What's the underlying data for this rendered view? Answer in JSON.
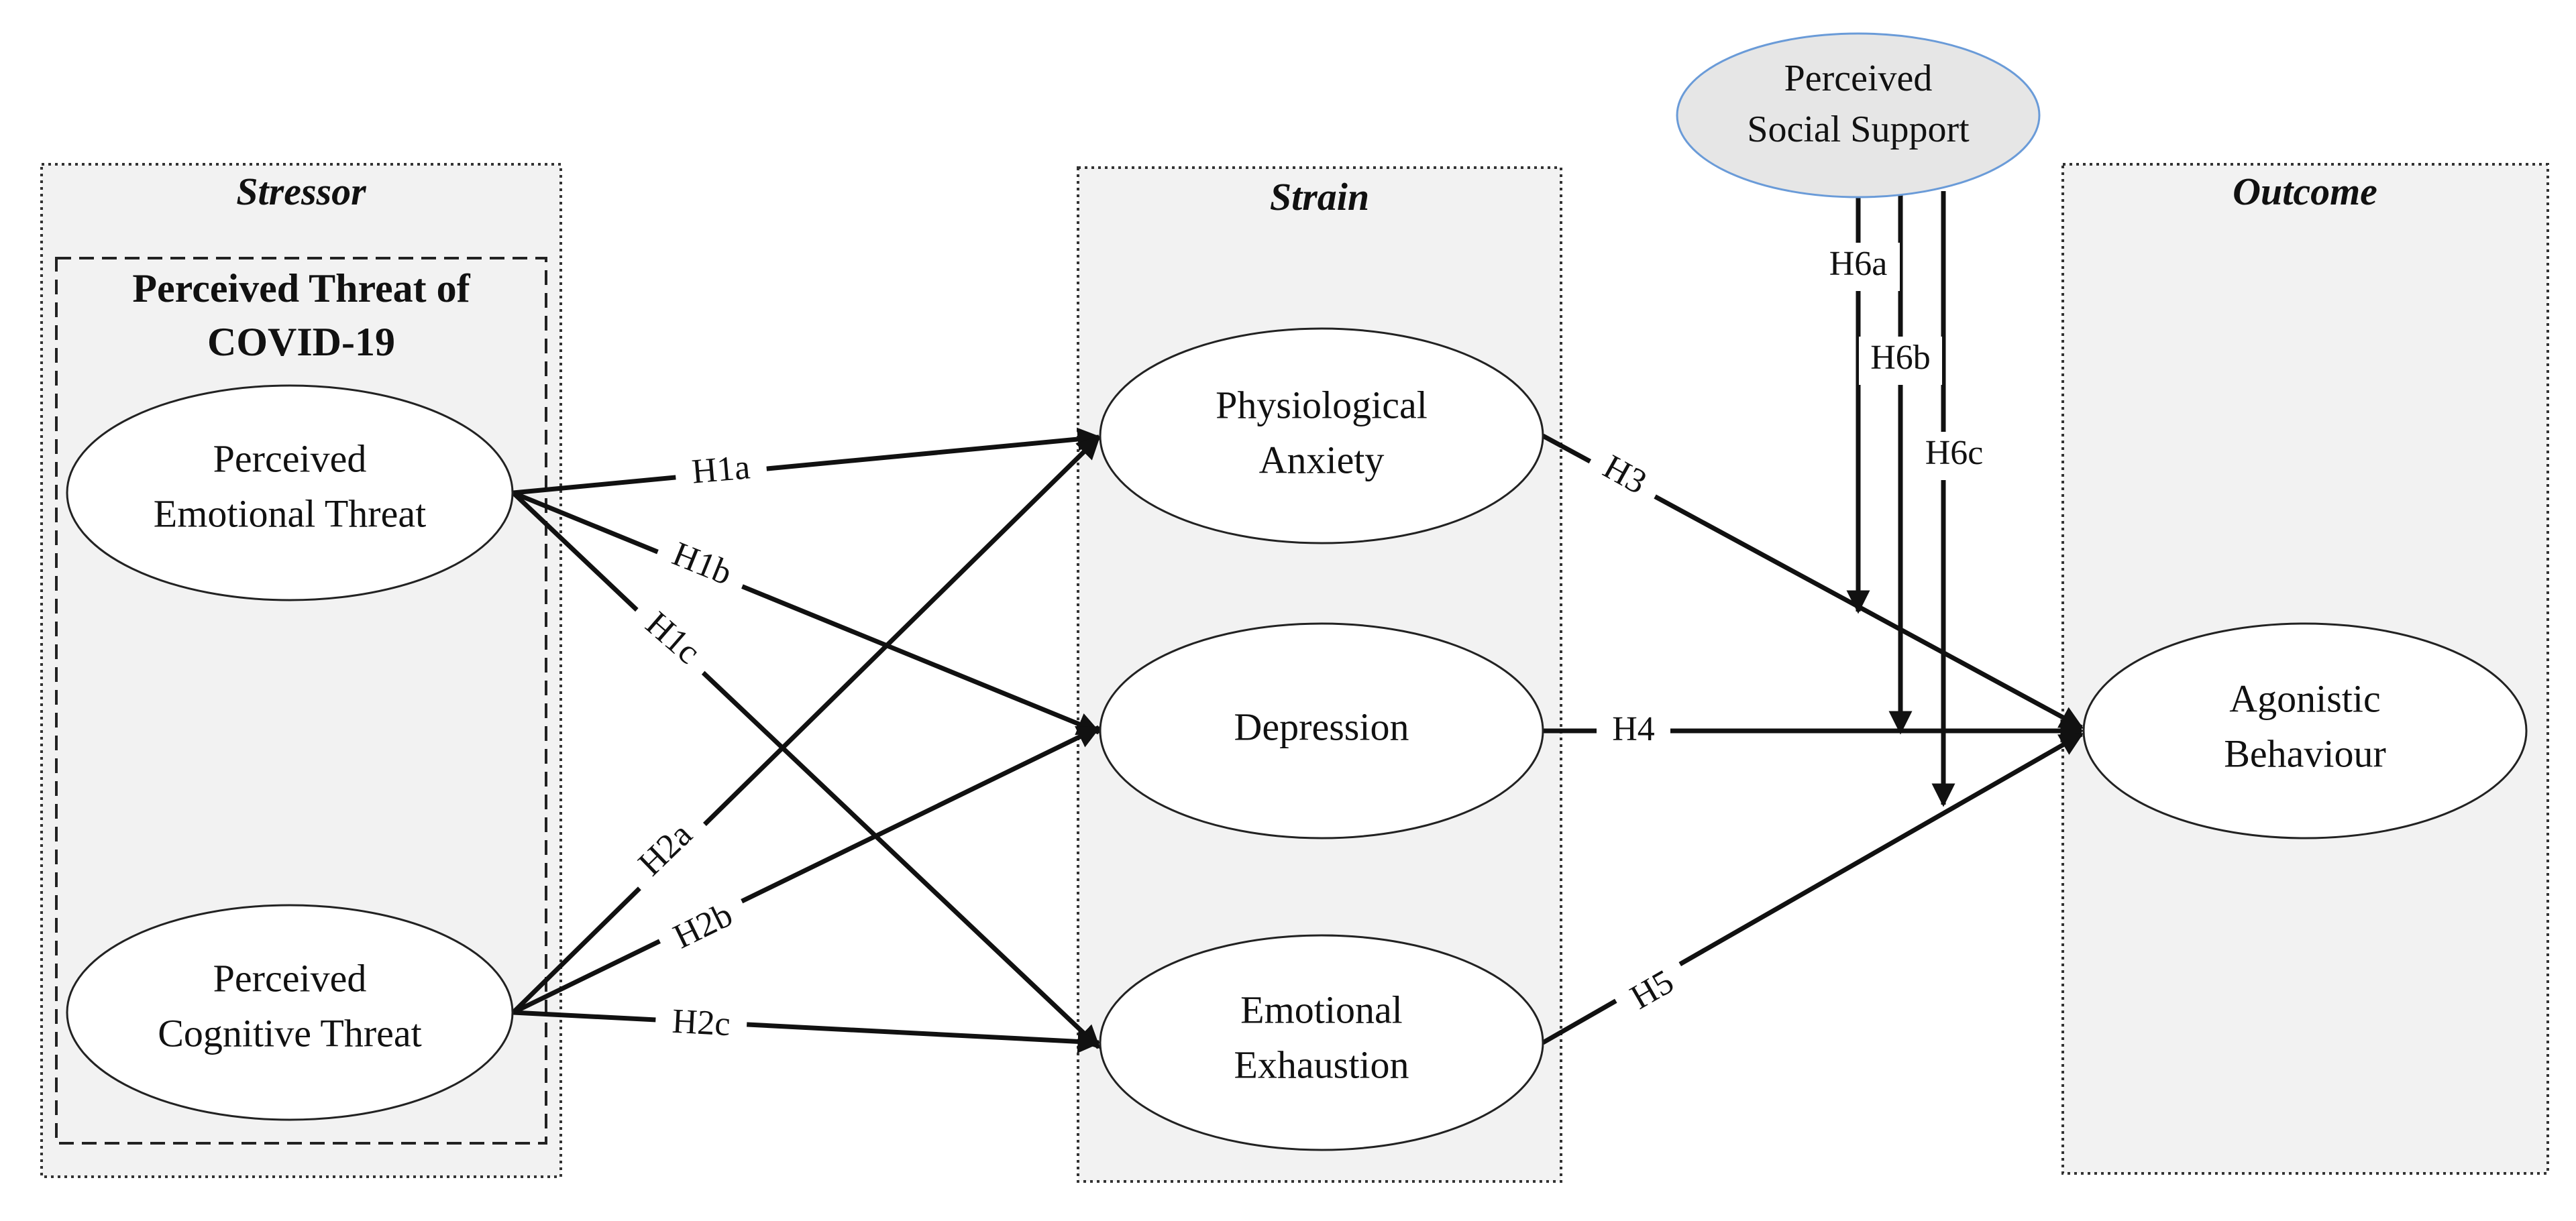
{
  "panels": {
    "stressor": "Stressor",
    "strain": "Strain",
    "outcome": "Outcome"
  },
  "group_title": {
    "line1": "Perceived Threat of",
    "line2": "COVID-19"
  },
  "nodes": {
    "emotional_threat": {
      "line1": "Perceived",
      "line2": "Emotional Threat"
    },
    "cognitive_threat": {
      "line1": "Perceived",
      "line2": "Cognitive Threat"
    },
    "physiological_anxiety": {
      "line1": "Physiological",
      "line2": "Anxiety"
    },
    "depression": {
      "line1": "Depression"
    },
    "emotional_exhaustion": {
      "line1": "Emotional",
      "line2": "Exhaustion"
    },
    "agonistic_behaviour": {
      "line1": "Agonistic",
      "line2": "Behaviour"
    },
    "social_support": {
      "line1": "Perceived",
      "line2": "Social Support"
    }
  },
  "edges": {
    "h1a": "H1a",
    "h1b": "H1b",
    "h1c": "H1c",
    "h2a": "H2a",
    "h2b": "H2b",
    "h2c": "H2c",
    "h3": "H3",
    "h4": "H4",
    "h5": "H5",
    "h6a": "H6a",
    "h6b": "H6b",
    "h6c": "H6c"
  }
}
